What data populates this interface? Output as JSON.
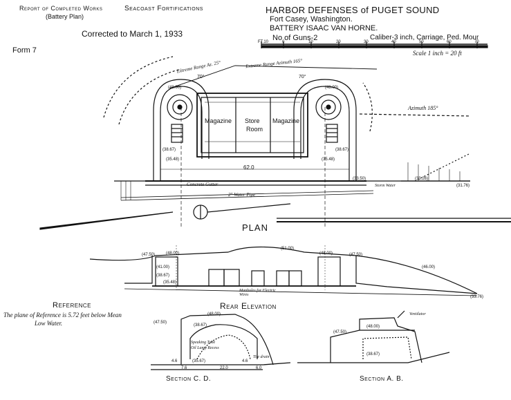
{
  "header": {
    "report_line1": "Report of Completed Works",
    "report_line2": "(Battery Plan)",
    "seacoast": "Seacoast Fortifications",
    "harbor": "HARBOR DEFENSES of PUGET SOUND",
    "fort": "Fort Casey, Washington.",
    "battery": "BATTERY ISAAC VAN HORNE.",
    "guns": "No of Guns-2",
    "caliber": "Caliber-3 inch, Carriage, Ped. Mour",
    "corrected": "Corrected to March 1, 1933",
    "form": "Form 7",
    "scale": "Scale 1 inch = 20 ft",
    "scale_ticks": [
      "FT.10",
      "0",
      "10",
      "20",
      "30",
      "40",
      "50",
      "60",
      "70"
    ]
  },
  "plan": {
    "title": "PLAN",
    "range_left": "Extreme Range Az. 25°",
    "range_right": "Extreme Range Azimuth 165°",
    "azimuth": "Azimuth 185°",
    "room_magazine_left": "Magazine",
    "room_store": "Store",
    "room_store2": "Room",
    "room_magazine_right": "Magazine",
    "dim_62": "62.0",
    "gutter": "Concrete Gutter",
    "water_pipe": "2\" Water Pipe",
    "storm_water": "Storm Water",
    "angle_left": "70°",
    "angle_right": "70°",
    "elev_labels": [
      "(48.00)",
      "(48.00)",
      "(38.67)",
      "(38.67)",
      "(35.48)",
      "(35.48)",
      "(33.50)",
      "(33.26)",
      "(31.76)"
    ]
  },
  "elevation": {
    "title": "Rear Elevation",
    "labels": [
      "(47.50)",
      "(48.00)",
      "(51.00)",
      "(48.00)",
      "(47.50)",
      "(46.00)",
      "(41.00)",
      "(38.67)",
      "(35.48)",
      "(33.76)"
    ],
    "manhole": "Manholes for Electric Wires"
  },
  "reference": {
    "title": "Reference",
    "text1": "The plane of Reference is 5.72 feet below Mean",
    "text2": "Low Water."
  },
  "section_cd": {
    "title": "Section C. D.",
    "labels": [
      "(47.50)",
      "(48.00)",
      "(38.67)",
      "(35.67)"
    ],
    "speaking": "Speaking Tube",
    "oil": "Oil Lamp Recess",
    "tile": "Tile drain",
    "dims": [
      "4.6",
      "4.6",
      "7.6",
      "22.0",
      "6.0"
    ]
  },
  "section_ab": {
    "title": "Section A. B.",
    "ventilator": "Ventilator",
    "labels": [
      "(48.00)",
      "(47.50)",
      "(38.67)"
    ]
  }
}
